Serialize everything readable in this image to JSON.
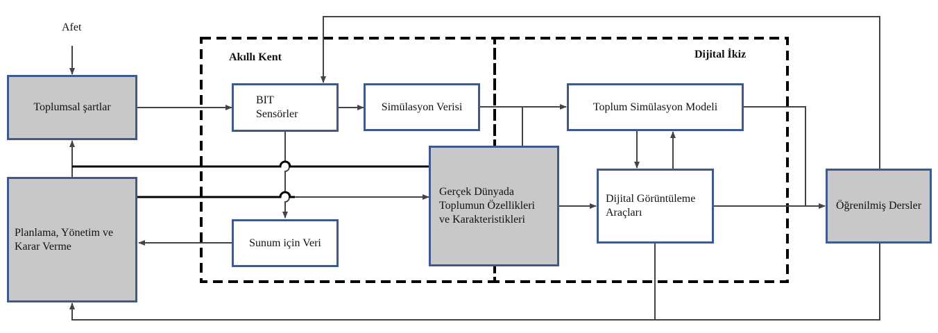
{
  "labels": {
    "afet": "Afet",
    "akilli_kent": "Akıllı Kent",
    "dijital_ikiz": "Dijital İkiz"
  },
  "nodes": {
    "toplumsal": "Toplumsal şartlar",
    "planlama": "Planlama, Yönetim ve\nKarar Verme",
    "bit": "BIT\nSensörler",
    "simulasyon_verisi": "Simülasyon Verisi",
    "sunum": "Sunum için Veri",
    "gercek": "Gerçek Dünyada\nToplumun Özellikleri\nve Karakteristikleri",
    "toplum_model": "Toplum Simülasyon Modeli",
    "goruntuleme": "Dijital Görüntüleme\nAraçları",
    "dersler": "Öğrenilmiş Dersler"
  },
  "colors": {
    "box_border": "#3c5a8e",
    "box_fill_gray": "#c8c8c8",
    "line": "#444444"
  }
}
